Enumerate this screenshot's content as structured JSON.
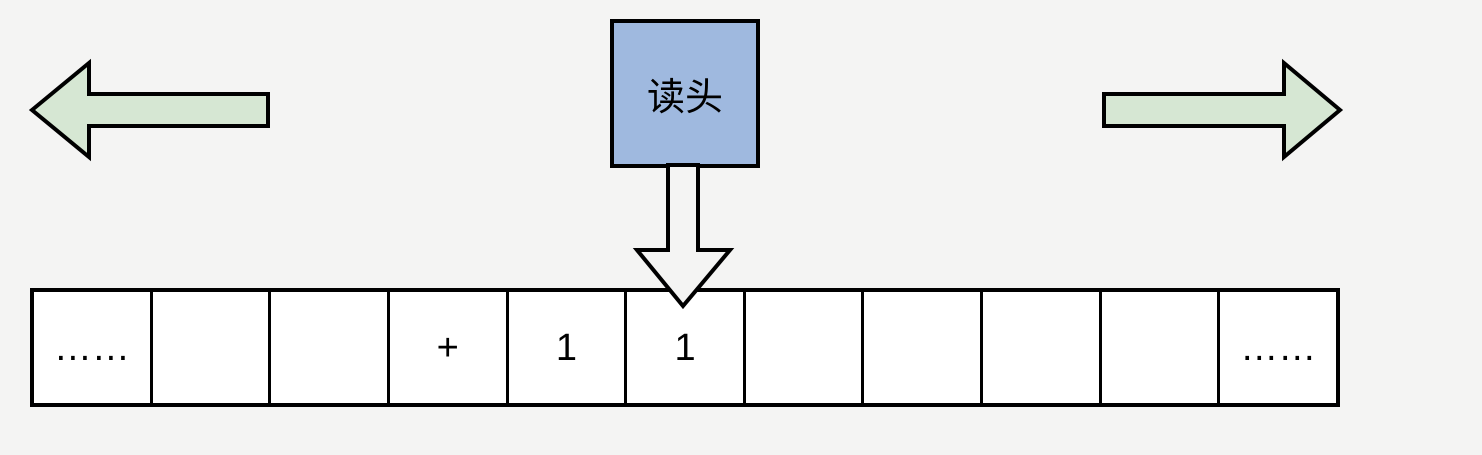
{
  "diagram": {
    "read_head": {
      "label": "读头"
    },
    "tape": {
      "cells": [
        "……",
        "",
        "",
        "+",
        "1",
        "1",
        "",
        "",
        "",
        "",
        "……"
      ],
      "head_cell_index": 5
    },
    "icons": {
      "left_arrow": "move-left-arrow-icon",
      "right_arrow": "move-right-arrow-icon",
      "down_arrow": "head-pointer-arrow-icon"
    },
    "colors": {
      "background": "#f4f4f3",
      "head_fill": "#9fb9df",
      "green_arrow_fill": "#d6e7d3",
      "cell_fill": "#ffffff",
      "line": "#000000"
    }
  }
}
